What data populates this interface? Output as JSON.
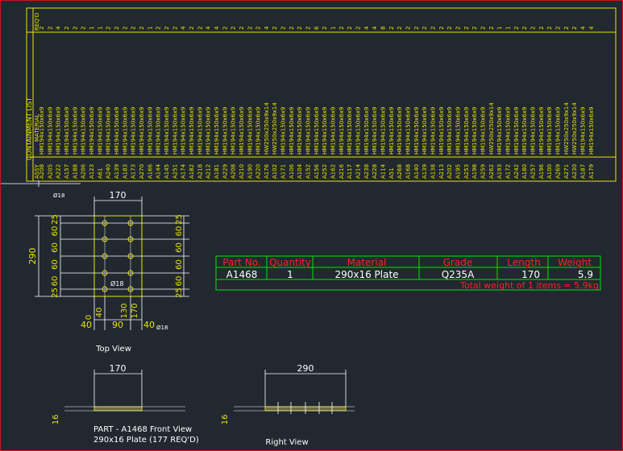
{
  "containment_list": {
    "title": "CONTAINMENT LIST",
    "headers": {
      "assy": "ASSY",
      "material": "MATERIAL",
      "reqd": "REQ'D"
    },
    "rows": [
      {
        "assy": "A208",
        "material": "HM194x150x6x9",
        "qty": "2"
      },
      {
        "assy": "A205",
        "material": "HM194x150x6x9",
        "qty": "2"
      },
      {
        "assy": "A222",
        "material": "HM194x150x6x9",
        "qty": "4"
      },
      {
        "assy": "A157",
        "material": "HM194x150x6x9",
        "qty": "2"
      },
      {
        "assy": "A188",
        "material": "HM194x150x6x9",
        "qty": "2"
      },
      {
        "assy": "A206",
        "material": "HM194x150x6x9",
        "qty": "2"
      },
      {
        "assy": "A123",
        "material": "HM194x150x6x9",
        "qty": "1"
      },
      {
        "assy": "A61",
        "material": "HM194x150x6x9",
        "qty": "1"
      },
      {
        "assy": "A240",
        "material": "HM194x150x6x9",
        "qty": "2"
      },
      {
        "assy": "A139",
        "material": "HM194x150x6x9",
        "qty": "2"
      },
      {
        "assy": "A183",
        "material": "HM194x150x6x9",
        "qty": "2"
      },
      {
        "assy": "A173",
        "material": "HM194x150x6x9",
        "qty": "2"
      },
      {
        "assy": "A270",
        "material": "HM194x150x6x9",
        "qty": "2"
      },
      {
        "assy": "A166",
        "material": "HM194x150x6x9",
        "qty": "1"
      },
      {
        "assy": "A144",
        "material": "HM194x150x6x9",
        "qty": "2"
      },
      {
        "assy": "A145",
        "material": "HM194x150x6x9",
        "qty": "2"
      },
      {
        "assy": "A251",
        "material": "HM194x150x6x9",
        "qty": "2"
      },
      {
        "assy": "A174",
        "material": "HM194x150x6x9",
        "qty": "4"
      },
      {
        "assy": "A182",
        "material": "HM194x150x6x9",
        "qty": "2"
      },
      {
        "assy": "A218",
        "material": "HM194x150x6x9",
        "qty": "2"
      },
      {
        "assy": "A212",
        "material": "HM194x150x6x9",
        "qty": "4"
      },
      {
        "assy": "A181",
        "material": "HM194x150x6x9",
        "qty": "4"
      },
      {
        "assy": "A229",
        "material": "HM194x150x6x9",
        "qty": "2"
      },
      {
        "assy": "A208",
        "material": "HM194x150x6x9",
        "qty": "2"
      },
      {
        "assy": "A210",
        "material": "HM194x150x6x9",
        "qty": "2"
      },
      {
        "assy": "A190",
        "material": "HM194x150x6x9",
        "qty": "2"
      },
      {
        "assy": "A220",
        "material": "HM194x150x6x9",
        "qty": "2"
      },
      {
        "assy": "A176",
        "material": "HW250x250x9x14",
        "qty": "4"
      },
      {
        "assy": "A102",
        "material": "HW250x250x9x14",
        "qty": "2"
      },
      {
        "assy": "A171",
        "material": "HM194x150x6x9",
        "qty": "2"
      },
      {
        "assy": "A106",
        "material": "HM194x150x6x9",
        "qty": "2"
      },
      {
        "assy": "A104",
        "material": "HM194x150x6x9",
        "qty": "2"
      },
      {
        "assy": "A152",
        "material": "HM194x150x6x9",
        "qty": "2"
      },
      {
        "assy": "A156",
        "material": "HM194x150x6x9",
        "qty": "6"
      },
      {
        "assy": "A252",
        "material": "HM194x150x6x9",
        "qty": "2"
      },
      {
        "assy": "A162",
        "material": "HM194x150x6x9",
        "qty": "1"
      },
      {
        "assy": "A216",
        "material": "HM194x150x6x9",
        "qty": "2"
      },
      {
        "assy": "A117",
        "material": "HM194x150x6x9",
        "qty": "2"
      },
      {
        "assy": "A214",
        "material": "HM194x150x6x9",
        "qty": "2"
      },
      {
        "assy": "A238",
        "material": "HM194x150x6x9",
        "qty": "4"
      },
      {
        "assy": "A228",
        "material": "HM194x150x6x9",
        "qty": "4"
      },
      {
        "assy": "A114",
        "material": "HM194x150x6x9",
        "qty": "8"
      },
      {
        "assy": "A51",
        "material": "HM194x150x6x9",
        "qty": "2"
      },
      {
        "assy": "A268",
        "material": "HM194x150x6x9",
        "qty": "2"
      },
      {
        "assy": "A168",
        "material": "HM194x150x6x9",
        "qty": "2"
      },
      {
        "assy": "A140",
        "material": "HM194x150x6x9",
        "qty": "2"
      },
      {
        "assy": "A139",
        "material": "HM194x150x6x9",
        "qty": "2"
      },
      {
        "assy": "A138",
        "material": "HM194x150x6x9",
        "qty": "2"
      },
      {
        "assy": "A213",
        "material": "HM194x150x6x9",
        "qty": "2"
      },
      {
        "assy": "A202",
        "material": "HM194x150x6x9",
        "qty": "2"
      },
      {
        "assy": "A195",
        "material": "HM194x150x6x9",
        "qty": "2"
      },
      {
        "assy": "A253",
        "material": "HM194x150x6x9",
        "qty": "2"
      },
      {
        "assy": "A198",
        "material": "HM194x150x6x9",
        "qty": "2"
      },
      {
        "assy": "A259",
        "material": "HM194x150x6x9",
        "qty": "2"
      },
      {
        "assy": "A262",
        "material": "HW250x250x9x14",
        "qty": "2"
      },
      {
        "assy": "A193",
        "material": "HM194x150x6x9",
        "qty": "1"
      },
      {
        "assy": "A172",
        "material": "HM194x150x6x9",
        "qty": "1"
      },
      {
        "assy": "A242",
        "material": "HM194x150x6x9",
        "qty": "2"
      },
      {
        "assy": "A180",
        "material": "HM194x150x6x9",
        "qty": "2"
      },
      {
        "assy": "A257",
        "material": "HM194x150x6x9",
        "qty": "2"
      },
      {
        "assy": "A196",
        "material": "HM194x150x6x9",
        "qty": "2"
      },
      {
        "assy": "A100",
        "material": "HM194x150x6x9",
        "qty": "2"
      },
      {
        "assy": "A269",
        "material": "HM194x150x6x9",
        "qty": "2"
      },
      {
        "assy": "A271",
        "material": "HW250x250x9x14",
        "qty": "2"
      },
      {
        "assy": "A230",
        "material": "HW250x250x9x14",
        "qty": "2"
      },
      {
        "assy": "A187",
        "material": "HM194x150x6x9",
        "qty": "4"
      },
      {
        "assy": "A179",
        "material": "HM194x150x6x9",
        "qty": "4"
      }
    ]
  },
  "part_table": {
    "headers": [
      "Part No.",
      "Quantity",
      "Material",
      "Grade",
      "Length",
      "Weight"
    ],
    "row": [
      "A1468",
      "1",
      "290x16 Plate",
      "Q235A",
      "170",
      "5.9"
    ],
    "total": "Total weight of 1 items = 5.9kg"
  },
  "top_view": {
    "label": "Top View",
    "width_dim": "170",
    "height_dim": "290",
    "left_vertical_dims": [
      "25",
      "60",
      "60",
      "60",
      "60",
      "25"
    ],
    "right_vertical_dims": [
      "25",
      "60",
      "60",
      "60",
      "60",
      "25"
    ],
    "bottom_dims": [
      "40",
      "90",
      "40"
    ],
    "bottom_vertical_dims": [
      "0",
      "40",
      "130",
      "170"
    ],
    "hole_top": "Ø18",
    "hole_center": "Ø18",
    "hole_bottom": "Ø18"
  },
  "front_view": {
    "width_dim": "170",
    "thickness_dim": "16",
    "label_line1": "PART - A1468 Front View",
    "label_line2": "290x16 Plate (177 REQ'D)"
  },
  "right_view": {
    "width_dim": "290",
    "thickness_dim": "16",
    "label": "Right View"
  },
  "colors": {
    "background": "#212830",
    "frame": "#c4181c",
    "table_line": "#e6e600",
    "part_table_line": "#00e600",
    "header_text": "#ff2020",
    "text": "#ffffff",
    "dimension": "#e6e600"
  }
}
